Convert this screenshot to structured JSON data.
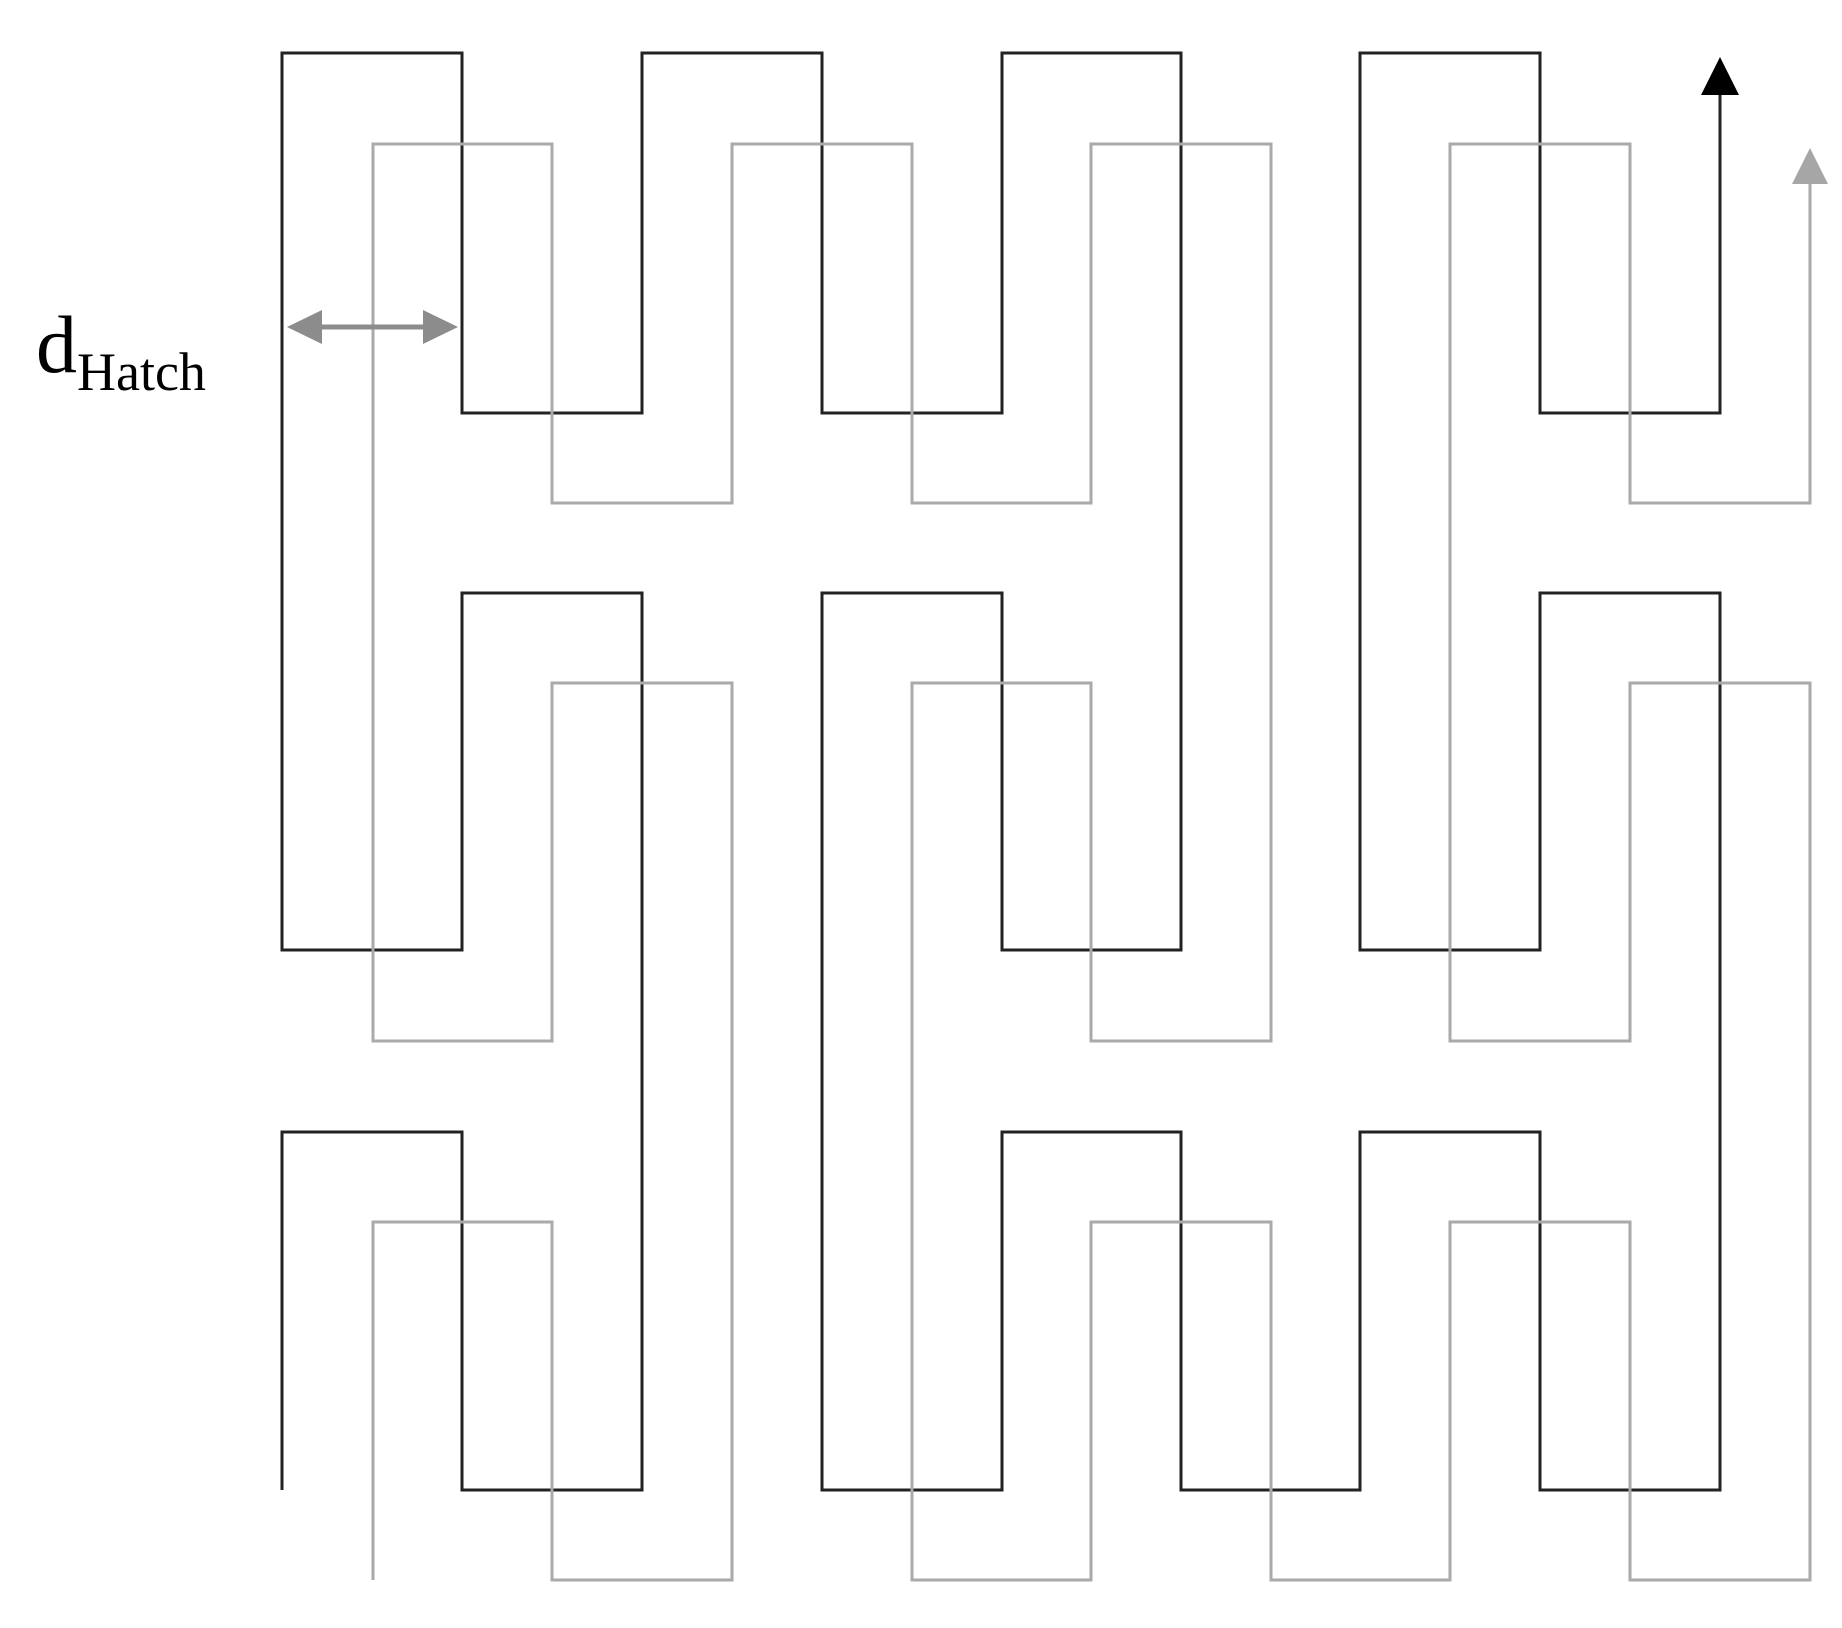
{
  "labels": {
    "hatch_distance": {
      "main": "d",
      "subscript": "Hatch"
    }
  },
  "paths": {
    "layer_1": {
      "color": "#222222",
      "arrow_color": "#000000",
      "role": "scan path, layer 1"
    },
    "layer_2": {
      "color": "#aaaaaa",
      "arrow_color": "#a6a6a6",
      "role": "scan path, layer 2 (offset)"
    },
    "dimension_arrow": {
      "color": "#8c8c8c"
    }
  }
}
